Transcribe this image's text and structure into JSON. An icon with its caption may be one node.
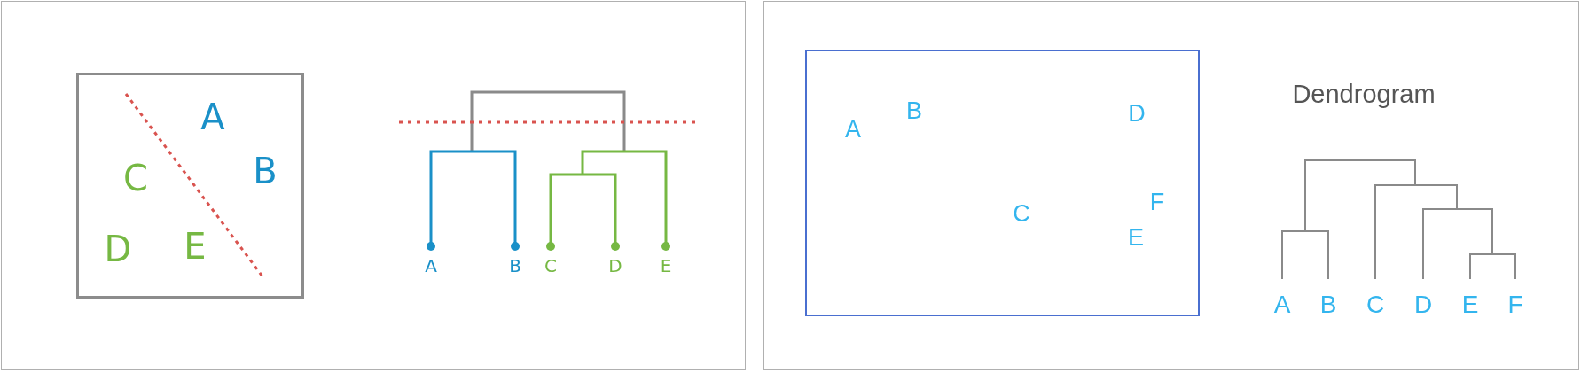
{
  "diagram": {
    "labels": [
      "A",
      "C",
      "B",
      "D",
      "E",
      "A",
      "B",
      "C",
      "D",
      "E",
      "A",
      "B",
      "D",
      "C",
      "F",
      "E",
      "Dendrogram",
      "A",
      "B",
      "C",
      "D",
      "E",
      "F"
    ]
  }
}
